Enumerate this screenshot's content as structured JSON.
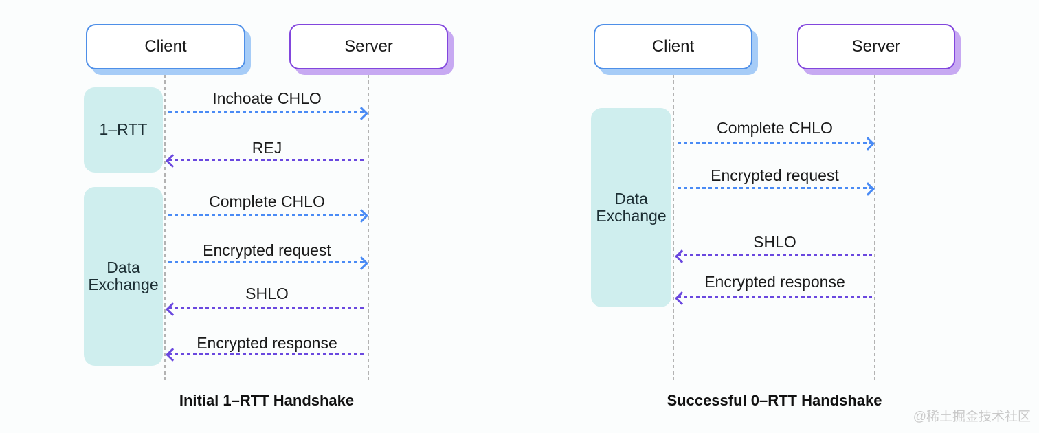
{
  "colors": {
    "background": "#fbfdfd",
    "client_border": "#4e8fe8",
    "client_shadow": "#a6ccf7",
    "server_border": "#8246dd",
    "server_shadow": "#c7a9f2",
    "blue_arrow": "#4a8bf5",
    "purple_arrow": "#6a48df",
    "phase_fill": "#cfeeee",
    "phase_text": "#1c2e33",
    "lifeline": "#b3b3b3",
    "label_text": "#1a1a1a",
    "caption_text": "#111111",
    "watermark_text": "#c9c9c9"
  },
  "diagrams": [
    {
      "caption": "Initial 1–RTT Handshake",
      "client_label": "Client",
      "server_label": "Server",
      "phases": [
        {
          "label": "1–RTT"
        },
        {
          "label": "Data Exchange"
        }
      ],
      "messages": [
        {
          "label": "Inchoate CHLO",
          "from": "client",
          "to": "server",
          "color": "blue"
        },
        {
          "label": "REJ",
          "from": "server",
          "to": "client",
          "color": "purple"
        },
        {
          "label": "Complete CHLO",
          "from": "client",
          "to": "server",
          "color": "blue"
        },
        {
          "label": "Encrypted request",
          "from": "client",
          "to": "server",
          "color": "blue"
        },
        {
          "label": "SHLO",
          "from": "server",
          "to": "client",
          "color": "purple"
        },
        {
          "label": "Encrypted response",
          "from": "server",
          "to": "client",
          "color": "purple"
        }
      ]
    },
    {
      "caption": "Successful 0–RTT Handshake",
      "client_label": "Client",
      "server_label": "Server",
      "phases": [
        {
          "label": "Data Exchange"
        }
      ],
      "messages": [
        {
          "label": "Complete CHLO",
          "from": "client",
          "to": "server",
          "color": "blue"
        },
        {
          "label": "Encrypted request",
          "from": "client",
          "to": "server",
          "color": "blue"
        },
        {
          "label": "SHLO",
          "from": "server",
          "to": "client",
          "color": "purple"
        },
        {
          "label": "Encrypted response",
          "from": "server",
          "to": "client",
          "color": "purple"
        }
      ]
    }
  ],
  "watermark": "@稀土掘金技术社区"
}
